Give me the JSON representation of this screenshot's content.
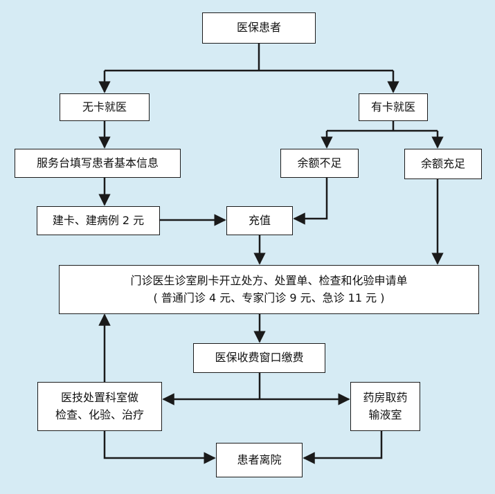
{
  "diagram": {
    "nodes": {
      "start": "医保患者",
      "no_card": "无卡就医",
      "has_card": "有卡就医",
      "register_info": "服务台填写患者基本信息",
      "insufficient": "余额不足",
      "sufficient": "余额充足",
      "build_card": "建卡、建病例 2 元",
      "recharge": "充值",
      "clinic_line1": "门诊医生诊室刷卡开立处方、处置单、检查和化验申请单",
      "clinic_line2": "( 普通门诊 4 元、专家门诊 9 元、急诊 11 元 )",
      "payment": "医保收费窗口缴费",
      "medtech_line1": "医技处置科室做",
      "medtech_line2": "检查、化验、治疗",
      "pharmacy_line1": "药房取药",
      "pharmacy_line2": "输液室",
      "leave": "患者离院"
    },
    "colors": {
      "background": "#d6ebf4",
      "box_fill": "#ffffff",
      "line": "#1a1a1a"
    }
  }
}
